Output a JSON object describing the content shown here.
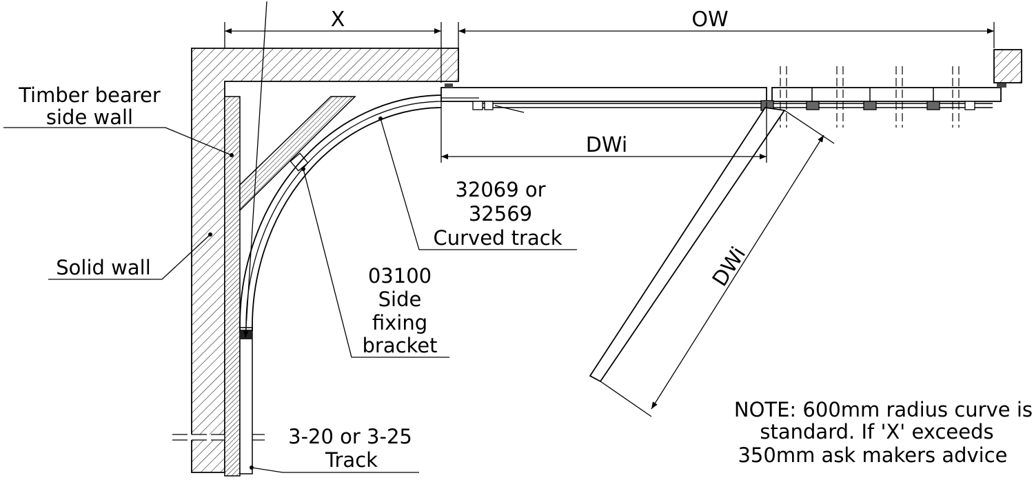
{
  "dimensions": {
    "x_label": "X",
    "ow_label": "OW",
    "dwi_horizontal_label": "DWi",
    "dwi_diagonal_label": "DWi"
  },
  "labels": {
    "timber_bearer_line1": "Timber bearer",
    "timber_bearer_line2": "side wall",
    "solid_wall": "Solid wall",
    "curved_track_line1": "32069 or",
    "curved_track_line2": "32569",
    "curved_track_line3": "Curved track",
    "side_bracket_line1": "03100",
    "side_bracket_line2": "Side",
    "side_bracket_line3": "fixing",
    "side_bracket_line4": "bracket",
    "track_line1": "3-20 or 3-25",
    "track_line2": "Track"
  },
  "note": {
    "line1": "NOTE: 600mm radius curve is",
    "line2": "standard. If 'X' exceeds",
    "line3": "350mm ask makers advice"
  }
}
